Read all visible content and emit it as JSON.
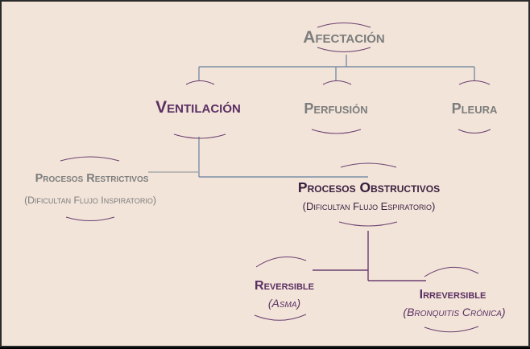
{
  "diagram": {
    "root": {
      "label": "Afectación"
    },
    "level1": {
      "ventilacion": "Ventilación",
      "perfusion": "Perfusión",
      "pleura": "Pleura"
    },
    "level2": {
      "restrictivos": {
        "label": "Procesos Restrictivos",
        "note": "(Dificultan Flujo Inspiratorio)"
      },
      "obstructivos": {
        "label": "Procesos Obstructivos",
        "note": "(Dificultan Flujo Espiratorio)"
      }
    },
    "level3": {
      "reversible": {
        "label": "Reversible",
        "open": "(",
        "example": "Asma",
        "close": ")"
      },
      "irreversible": {
        "label": "Irreversible",
        "open": "(",
        "example": "Bronquitis Crónica",
        "close": ")"
      }
    }
  },
  "colors": {
    "background": "#f2e4d9",
    "connector_blue": "#7b8ea6",
    "connector_gray": "#a9a9a9",
    "connector_purple": "#6b3f70",
    "gray_text": "#7d7d7d",
    "purple_text": "#5a2f62"
  }
}
